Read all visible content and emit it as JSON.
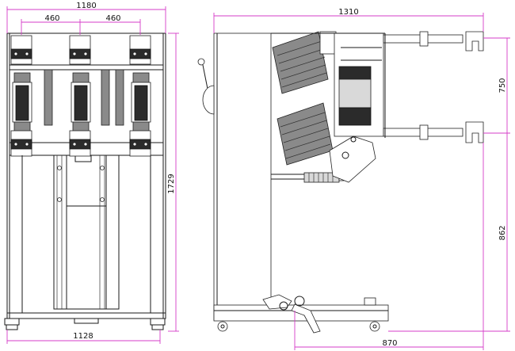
{
  "front_view": {
    "dimensions": {
      "overall_width": "1180",
      "pole_spacing_left": "460",
      "pole_spacing_right": "460",
      "height": "1729",
      "base_width": "1128"
    }
  },
  "side_view": {
    "dimensions": {
      "overall_depth": "1310",
      "terminal_spacing": "750",
      "lower_terminal_height": "862",
      "depth_to_lower": "870"
    }
  },
  "colors": {
    "line": "#1a1a1a",
    "dimension": "#d63cc8",
    "fill_dark": "#2b2b2b"
  }
}
